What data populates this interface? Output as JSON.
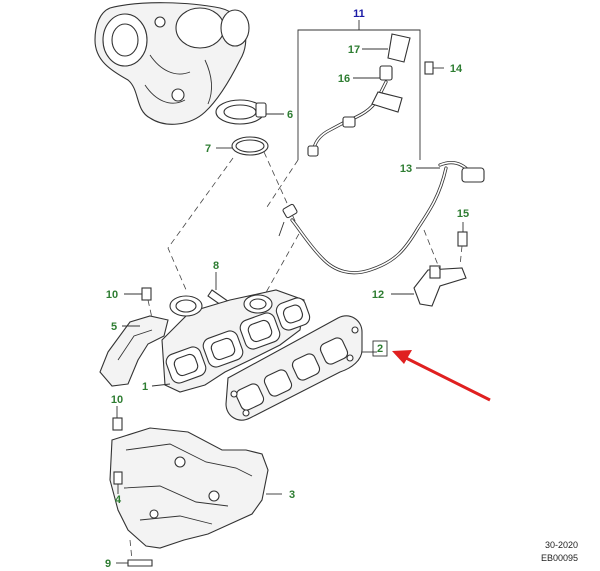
{
  "callouts": {
    "c1": "1",
    "c2": "2",
    "c3": "3",
    "c4": "4",
    "c5": "5",
    "c6": "6",
    "c7": "7",
    "c8": "8",
    "c9": "9",
    "c10a": "10",
    "c10b": "10",
    "c11": "11",
    "c12": "12",
    "c13": "13",
    "c14": "14",
    "c15": "15",
    "c16": "16",
    "c17": "17"
  },
  "reference": {
    "code": "30-2020",
    "image_id": "EB00095"
  },
  "colors": {
    "callout_green": "#2e7d32",
    "callout_blue": "#1a1aa6",
    "arrow_red": "#e02020",
    "line": "#333333"
  },
  "icons": {
    "highlight": "red-arrow-icon"
  }
}
